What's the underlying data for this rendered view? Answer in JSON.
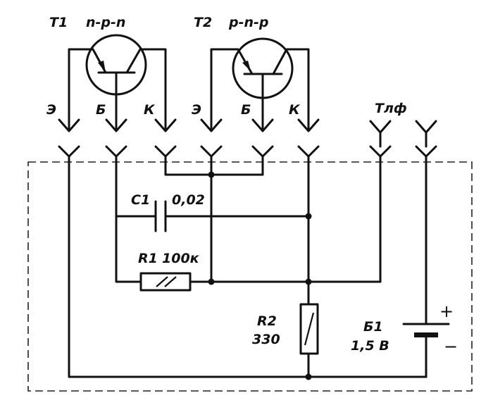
{
  "transistors": {
    "t1_label": "T1",
    "t1_type": "n-p-n",
    "t2_label": "T2",
    "t2_type": "p-n-p"
  },
  "pins": {
    "t1_emitter": "Э",
    "t1_base": "Б",
    "t1_collector": "К",
    "t2_emitter": "Э",
    "t2_base": "Б",
    "t2_collector": "К"
  },
  "headphones": {
    "label": "Тлф"
  },
  "capacitor": {
    "name": "C1",
    "value": "0,02"
  },
  "resistor1": {
    "name": "R1",
    "value": "100к"
  },
  "resistor2": {
    "name": "R2",
    "value": "330"
  },
  "battery": {
    "name": "Б1",
    "value": "1,5 В",
    "plus": "+",
    "minus": "−"
  }
}
